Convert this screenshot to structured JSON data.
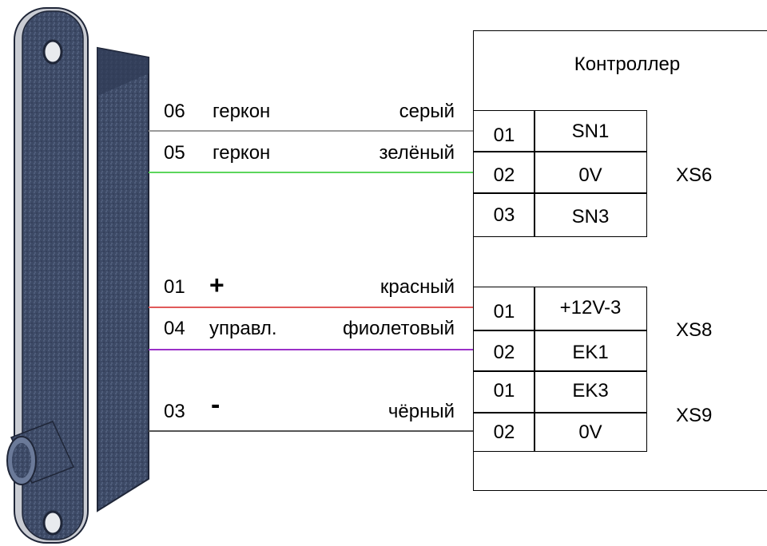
{
  "controller": {
    "title": "Контроллер"
  },
  "wires": [
    {
      "pin": "06",
      "func": "геркон",
      "color_name": "серый",
      "color": "#9a9a9a"
    },
    {
      "pin": "05",
      "func": "геркон",
      "color_name": "зелёный",
      "color": "#5cd65c"
    },
    {
      "pin": "01",
      "func": "+",
      "color_name": "красный",
      "color": "#e05a5a"
    },
    {
      "pin": "04",
      "func": "управл.",
      "color_name": "фиолетовый",
      "color": "#9b30c8"
    },
    {
      "pin": "03",
      "func": "-",
      "color_name": "чёрный",
      "color": "#555555"
    }
  ],
  "connectors": {
    "xs6": {
      "label": "XS6",
      "rows": [
        {
          "pin": "01",
          "signal": "SN1"
        },
        {
          "pin": "02",
          "signal": "0V"
        },
        {
          "pin": "03",
          "signal": "SN3"
        }
      ]
    },
    "xs8": {
      "label": "XS8",
      "rows": [
        {
          "pin": "01",
          "signal": "+12V-3"
        },
        {
          "pin": "02",
          "signal": "EK1"
        }
      ]
    },
    "xs9": {
      "label": "XS9",
      "rows": [
        {
          "pin": "01",
          "signal": "EK3"
        },
        {
          "pin": "02",
          "signal": "0V"
        }
      ]
    }
  }
}
